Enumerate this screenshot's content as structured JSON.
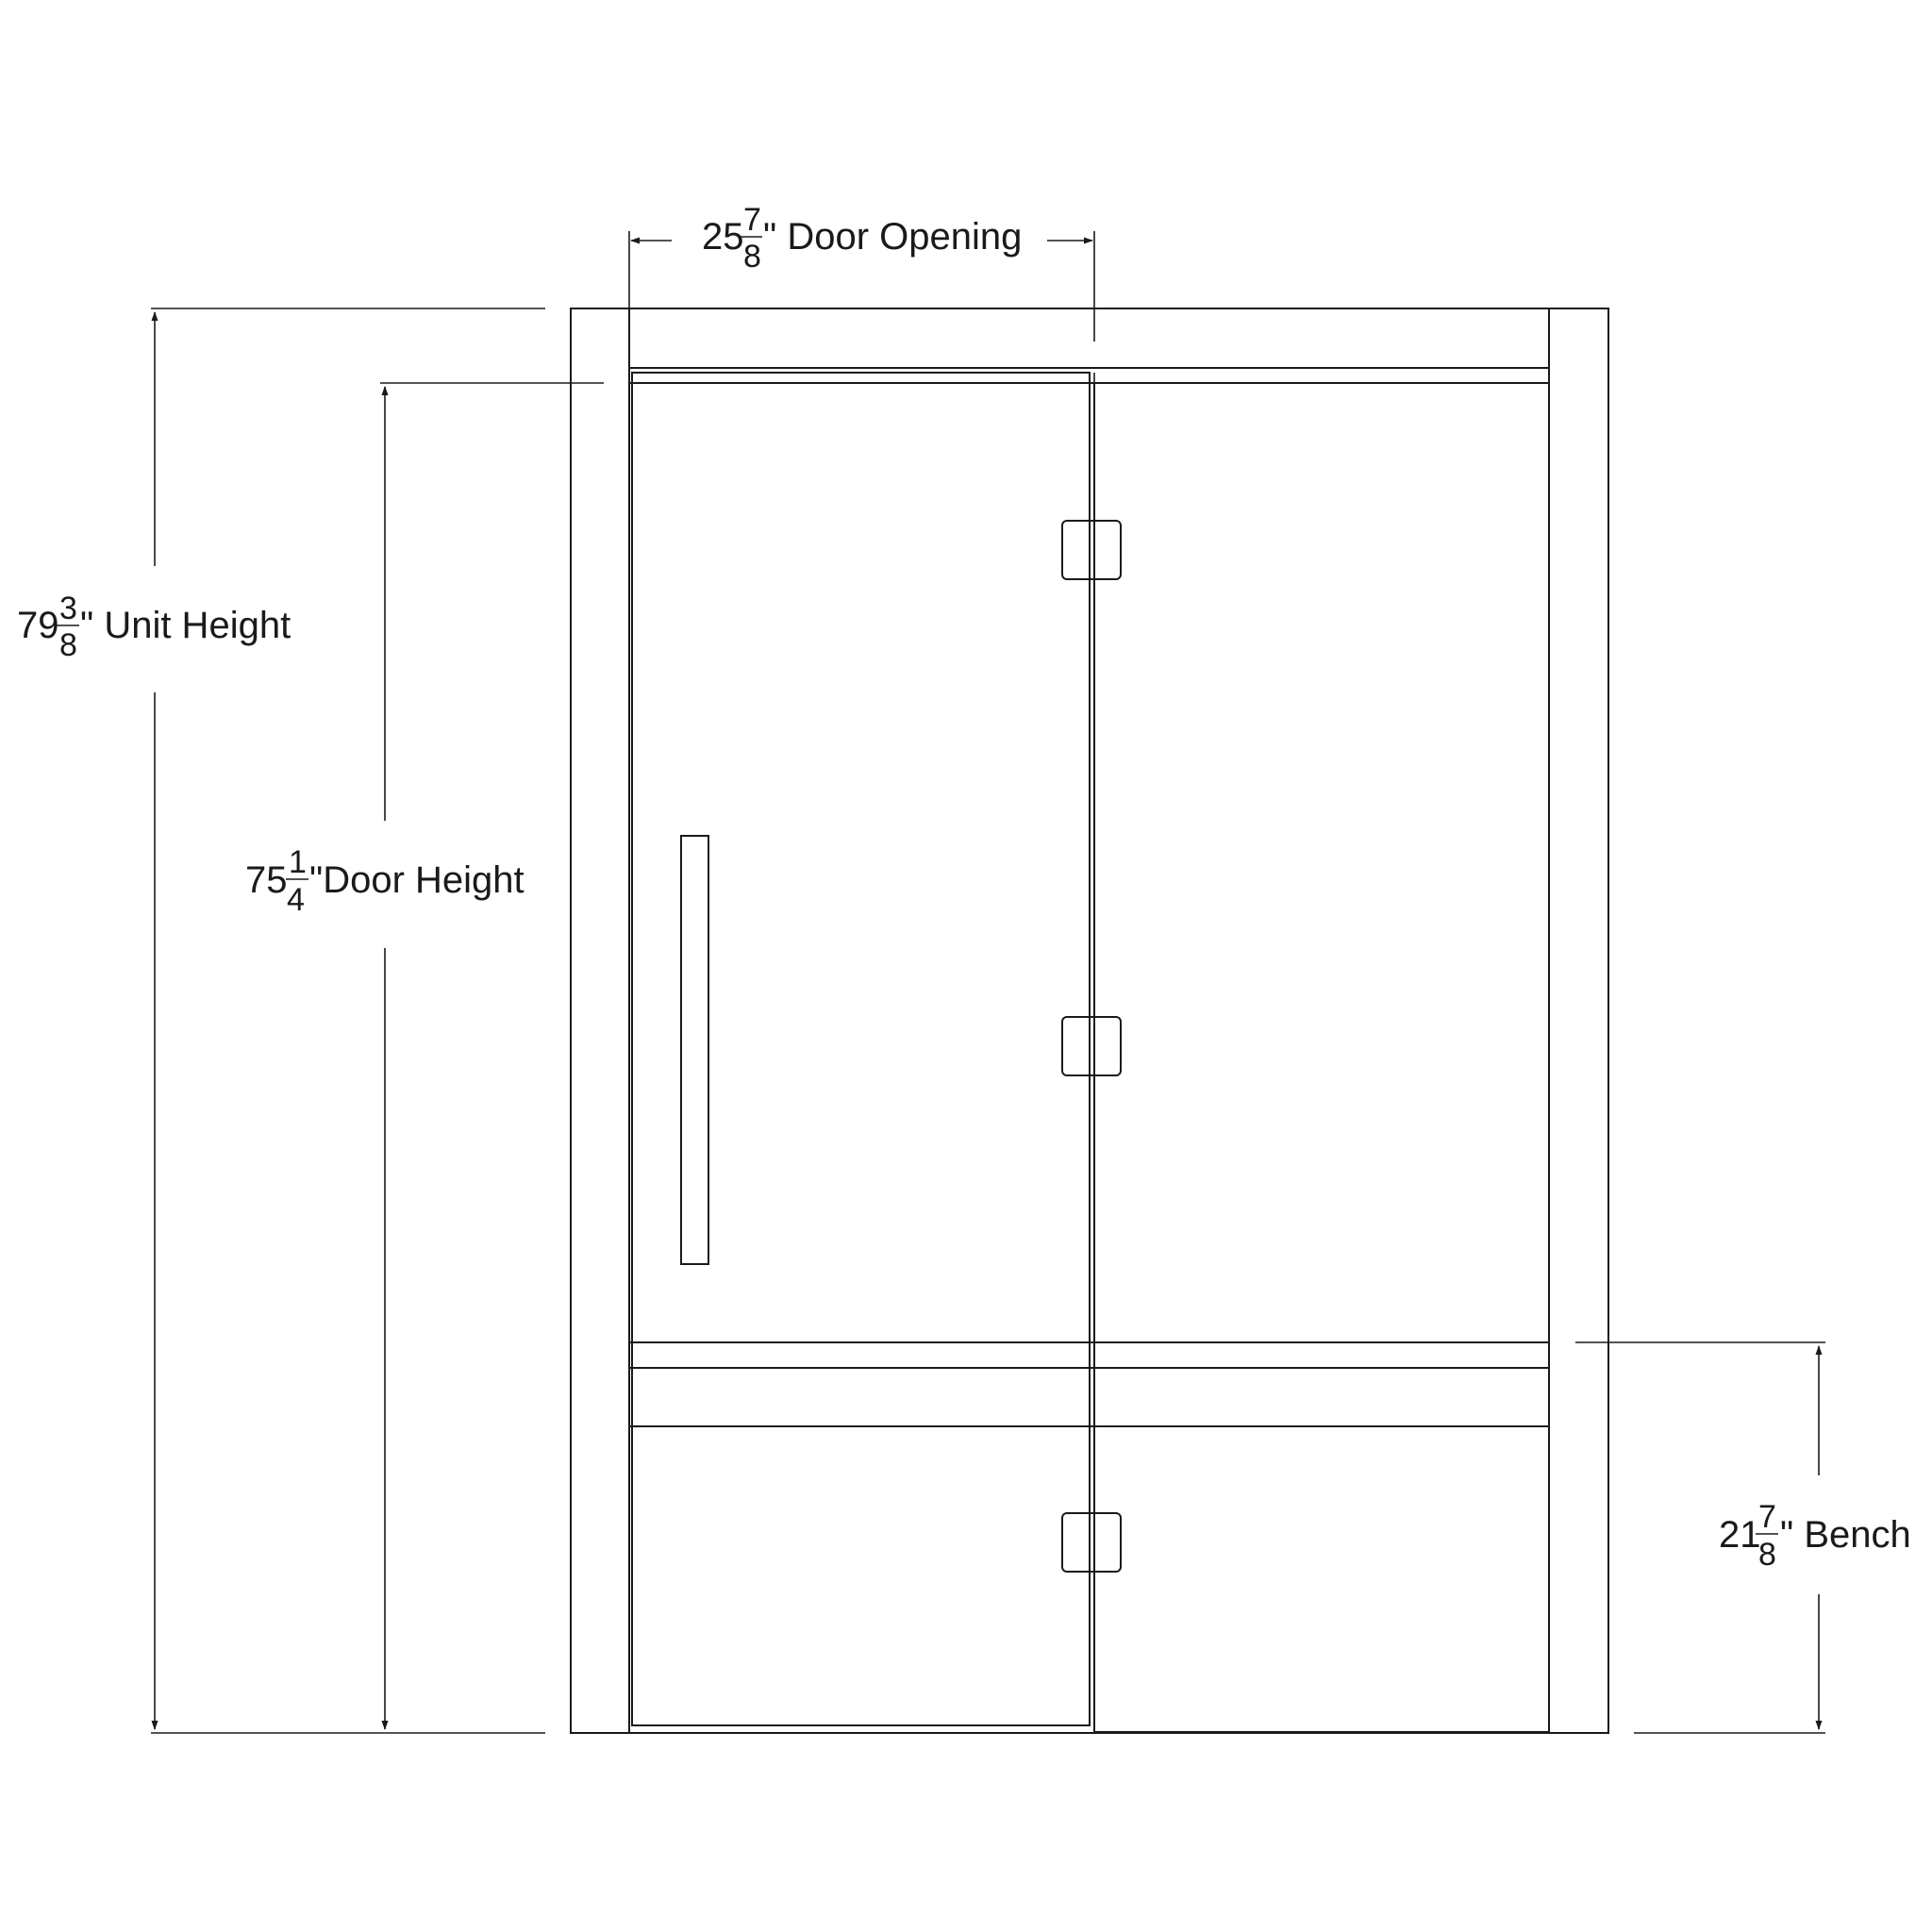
{
  "dimensions": {
    "door_opening": {
      "whole": "25",
      "numerator": "7",
      "denominator": "8",
      "suffix": "\" Door Opening"
    },
    "unit_height": {
      "whole": "79",
      "numerator": "3",
      "denominator": "8",
      "suffix": "\" Unit Height"
    },
    "door_height": {
      "whole": "75",
      "numerator": "1",
      "denominator": "4",
      "suffix": "\"Door Height"
    },
    "bench": {
      "whole": "21",
      "numerator": "7",
      "denominator": "8",
      "suffix": "\"  Bench"
    }
  },
  "colors": {
    "line": "#1a1a1a",
    "background": "#ffffff"
  }
}
